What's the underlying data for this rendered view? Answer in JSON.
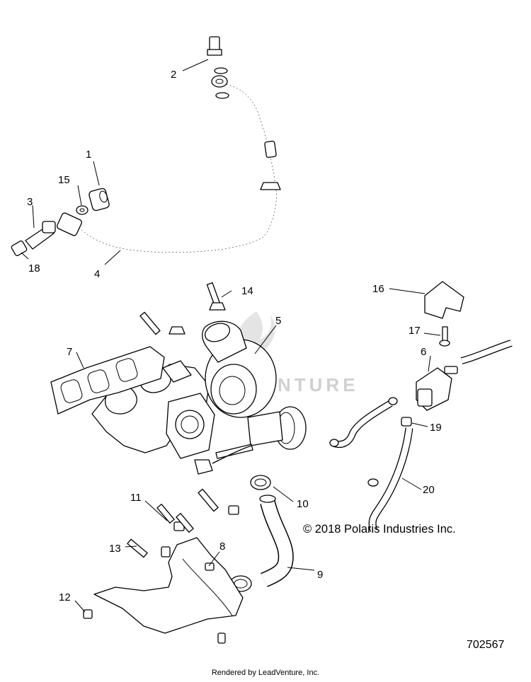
{
  "diagram": {
    "copyright": "© 2018 Polaris Industries Inc.",
    "diagram_id": "702567",
    "rendered_by": "Rendered by LeadVenture, Inc.",
    "watermark": "NTURE",
    "callouts": {
      "c1": "1",
      "c2": "2",
      "c3": "3",
      "c4": "4",
      "c5": "5",
      "c6": "6",
      "c7": "7",
      "c8": "8",
      "c9": "9",
      "c10": "10",
      "c11": "11",
      "c12": "12",
      "c13": "13",
      "c14": "14",
      "c15": "15",
      "c16": "16",
      "c17": "17",
      "c18": "18",
      "c19": "19",
      "c20": "20"
    }
  }
}
